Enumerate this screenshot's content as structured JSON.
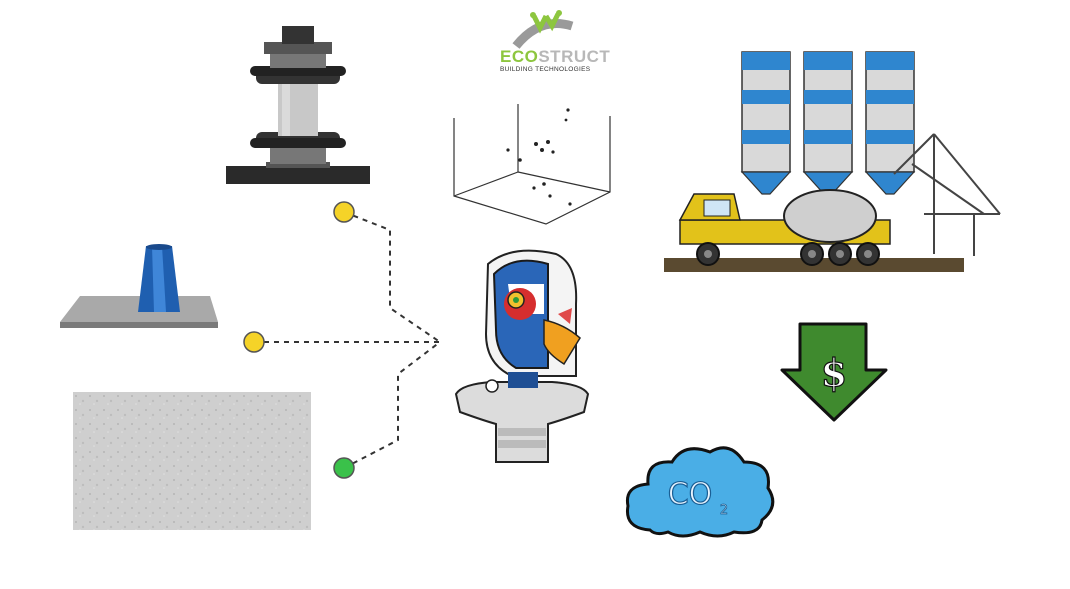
{
  "logo": {
    "name_part1": "ECO",
    "name_part2": "STRUCT",
    "tagline": "BUILDING TECHNOLOGIES",
    "colors": {
      "primary": "#8dc63f",
      "secondary": "#9a9a9a"
    }
  },
  "arrow_label": "$",
  "cloud_label": {
    "main": "CO",
    "subscript": "2"
  },
  "connectors": [
    {
      "color": "#f5d328"
    },
    {
      "color": "#f5d328"
    },
    {
      "color": "#3ac14a"
    }
  ],
  "icons": [
    "compression-test-machine-icon",
    "slump-cone-icon",
    "concrete-sample-icon",
    "3d-scatter-plot-icon",
    "ai-robot-head-icon",
    "concrete-plant-truck-icon",
    "cost-down-arrow-icon",
    "co2-cloud-icon"
  ]
}
